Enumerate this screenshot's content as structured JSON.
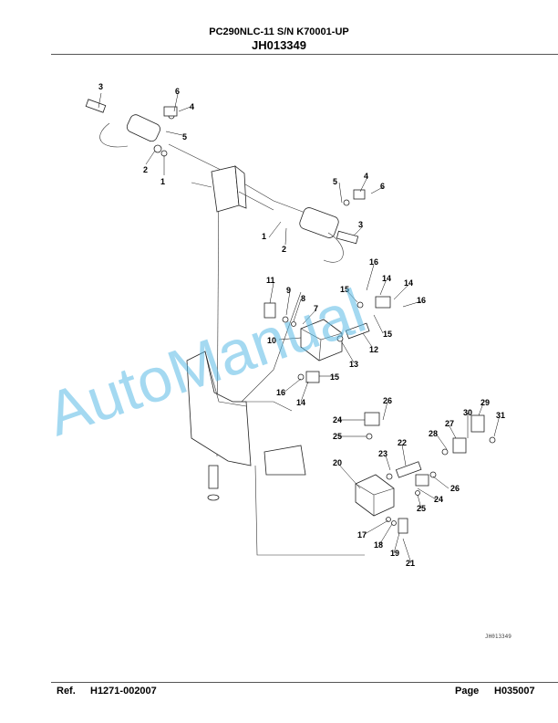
{
  "header": {
    "line1": "PC290NLC-11 S/N K70001-UP",
    "line2": "JH013349"
  },
  "footer": {
    "ref_label": "Ref.",
    "ref_value": "H1271-002007",
    "page_label": "Page",
    "page_value": "H035007"
  },
  "watermark": {
    "text": "AutoManual",
    "color": "#5bbbe6"
  },
  "figure_code": "JH013349",
  "callouts": [
    "3",
    "6",
    "4",
    "5",
    "2",
    "1",
    "5",
    "4",
    "6",
    "1",
    "2",
    "3",
    "16",
    "14",
    "14",
    "15",
    "11",
    "9",
    "8",
    "7",
    "16",
    "10",
    "15",
    "12",
    "13",
    "15",
    "16",
    "14",
    "26",
    "24",
    "29",
    "30",
    "31",
    "27",
    "25",
    "28",
    "22",
    "23",
    "20",
    "26",
    "24",
    "25",
    "17",
    "18",
    "19",
    "21"
  ]
}
